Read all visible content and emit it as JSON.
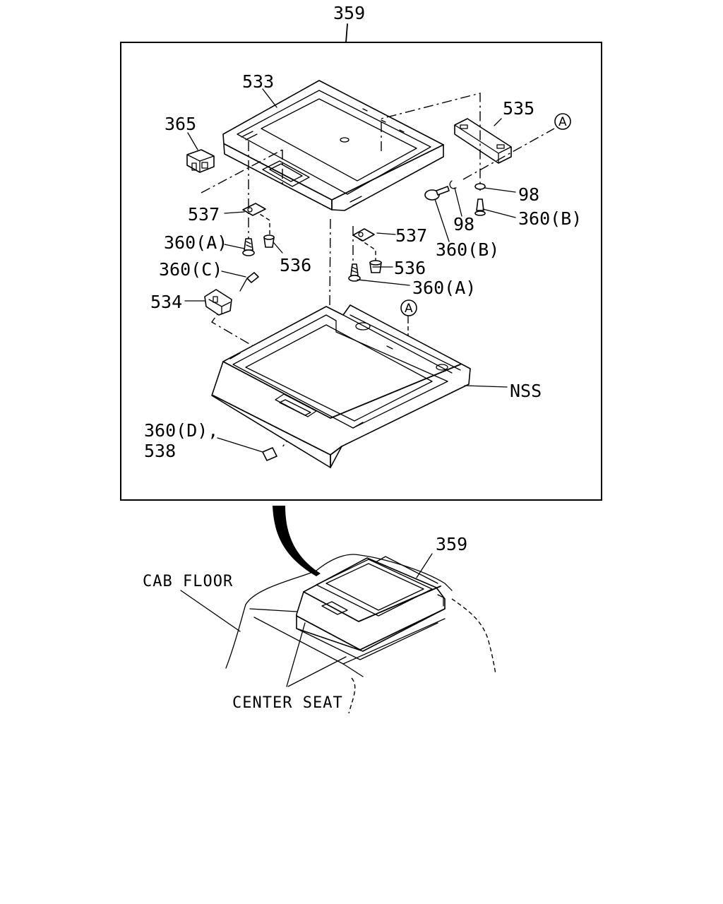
{
  "labels": {
    "assembly_top": "359",
    "part_533": "533",
    "part_365": "365",
    "part_535": "535",
    "ref_a_top": "A",
    "part_98_right": "98",
    "part_98_mid": "98",
    "part_360b_right": "360(B)",
    "part_360b_mid": "360(B)",
    "part_537_left": "537",
    "part_537_right": "537",
    "part_360a_left": "360(A)",
    "part_360a_right": "360(A)",
    "part_536_left": "536",
    "part_536_right": "536",
    "part_360c": "360(C)",
    "part_534": "534",
    "ref_a_lower": "A",
    "nss": "NSS",
    "part_360d": "360(D),",
    "part_538": "538",
    "assembly_bottom": "359",
    "cab_floor": "CAB FLOOR",
    "center_seat": "CENTER SEAT"
  }
}
